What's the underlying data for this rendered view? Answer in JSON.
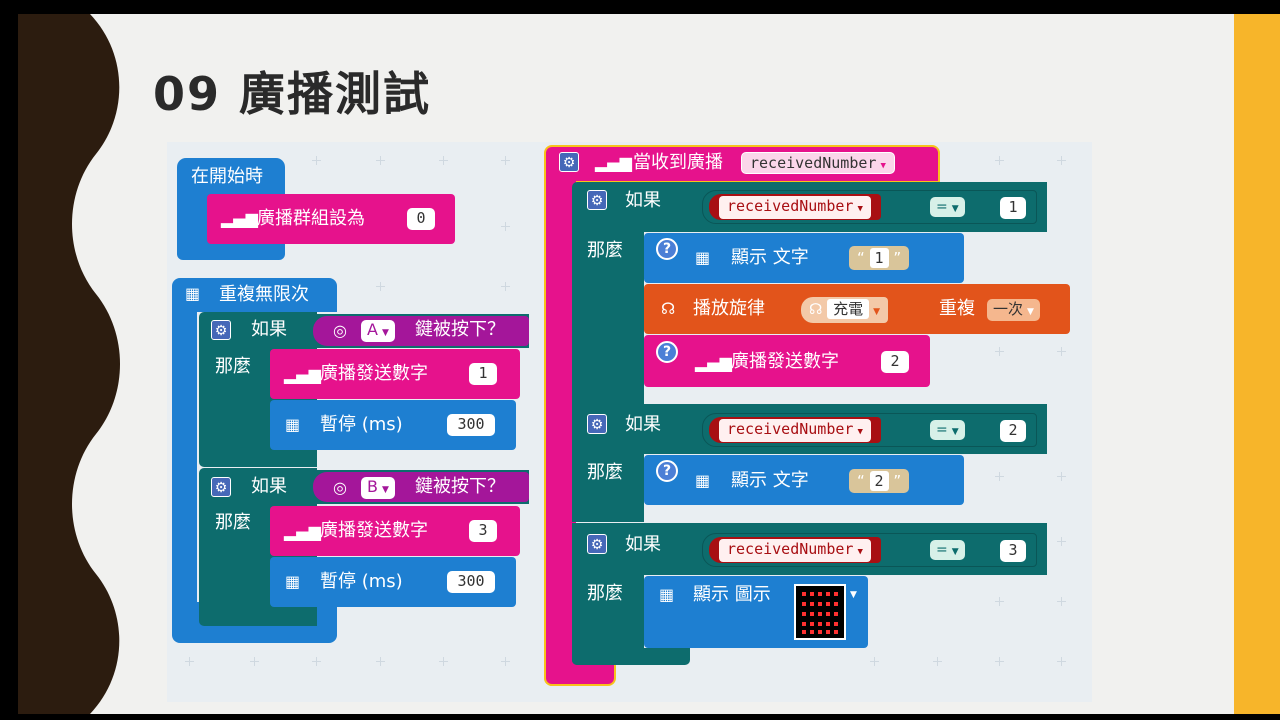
{
  "slide": {
    "title": "09 廣播測試"
  },
  "colors": {
    "radio": "#e6128c",
    "logic": "#0d6c6d",
    "basic": "#1e7fd1",
    "input": "#a4169a",
    "music": "#e2541b",
    "variable": "#a80f13",
    "loops": "#00a34d",
    "accent": "#f7b52a"
  },
  "blocks": {
    "on_start": {
      "label": "在開始時",
      "set_group_label": "廣播群組設為",
      "group_value": "0"
    },
    "forever": {
      "label": "重複無限次",
      "if_a": {
        "if_label": "如果",
        "button": "A",
        "pressed_label": "鍵被按下？",
        "then_label": "那麼",
        "send_label": "廣播發送數字",
        "send_value": "1",
        "pause_label": "暫停 (ms)",
        "pause_value": "300"
      },
      "if_b": {
        "if_label": "如果",
        "button": "B",
        "pressed_label": "鍵被按下？",
        "then_label": "那麼",
        "send_label": "廣播發送數字",
        "send_value": "3",
        "pause_label": "暫停 (ms)",
        "pause_value": "300"
      }
    },
    "on_received": {
      "label": "當收到廣播",
      "param": "receivedNumber",
      "if1": {
        "if_label": "如果",
        "var": "receivedNumber",
        "op": "=",
        "compare": "1",
        "then_label": "那麼",
        "show_label": "顯示 文字",
        "show_value": "1",
        "play_label": "播放旋律",
        "melody": "充電",
        "repeat_label": "重複",
        "repeat_value": "一次",
        "send_label": "廣播發送數字",
        "send_value": "2"
      },
      "if2": {
        "if_label": "如果",
        "var": "receivedNumber",
        "op": "=",
        "compare": "2",
        "then_label": "那麼",
        "show_label": "顯示 文字",
        "show_value": "2"
      },
      "if3": {
        "if_label": "如果",
        "var": "receivedNumber",
        "op": "=",
        "compare": "3",
        "then_label": "那麼",
        "show_label": "顯示 圖示"
      }
    }
  }
}
